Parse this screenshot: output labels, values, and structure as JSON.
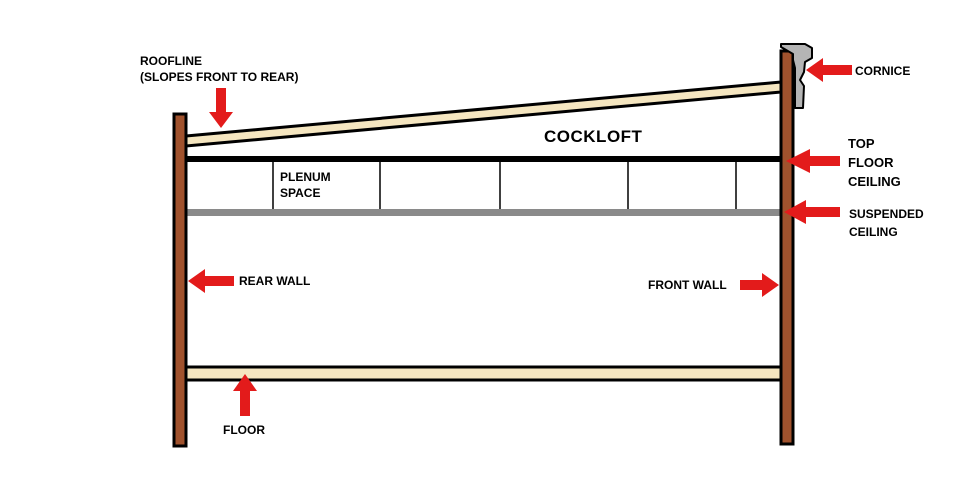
{
  "labels": {
    "roofline_1": "ROOFLINE",
    "roofline_2": "(SLOPES FRONT TO REAR)",
    "cockloft": "COCKLOFT",
    "plenum_1": "PLENUM",
    "plenum_2": "SPACE",
    "cornice": "CORNICE",
    "top_floor_ceiling_1": "TOP",
    "top_floor_ceiling_2": "FLOOR",
    "top_floor_ceiling_3": "CEILING",
    "suspended_ceiling_1": "SUSPENDED",
    "suspended_ceiling_2": "CEILING",
    "rear_wall": "REAR WALL",
    "front_wall": "FRONT WALL",
    "floor": "FLOOR"
  },
  "colors": {
    "wall": "#a0522d",
    "wood": "#f5e6c0",
    "outline": "#000000",
    "arrow": "#e31b1b",
    "suspended_ceiling": "#8a8a8a",
    "cornice": "#b5b5b5"
  }
}
